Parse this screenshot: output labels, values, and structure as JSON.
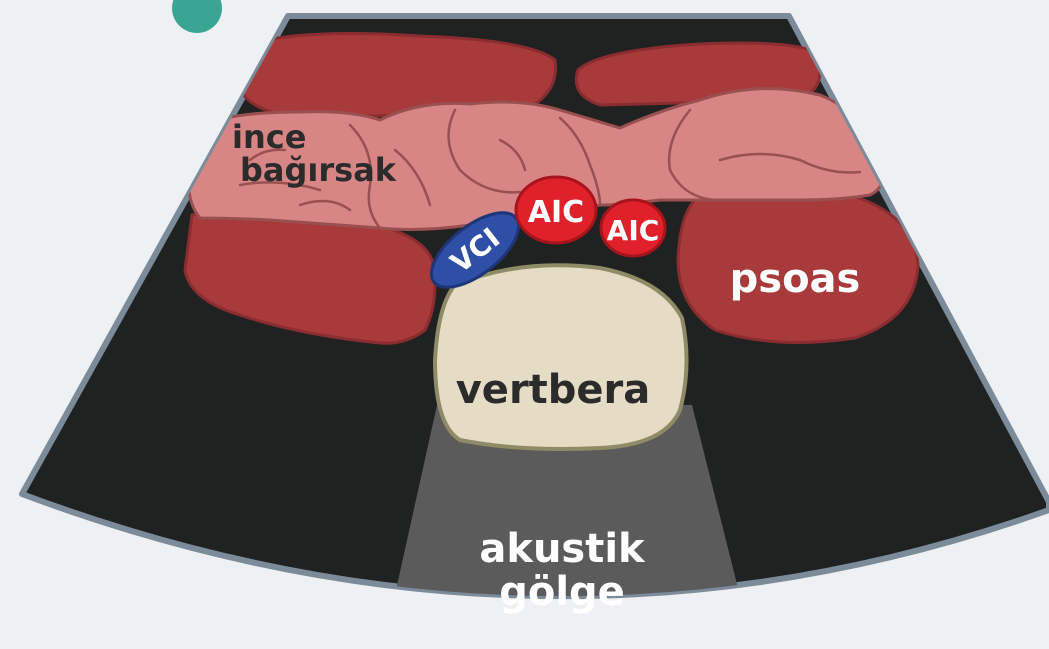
{
  "labels": {
    "small_intestine_line1": "ince",
    "small_intestine_line2": "bağırsak",
    "aorta_left": "AIC",
    "aorta_right": "AIC",
    "vena_cava": "VCI",
    "psoas": "psoas",
    "vertebra": "vertbera",
    "shadow_line1": "akustik",
    "shadow_line2": "gölge"
  },
  "colors": {
    "background": "#eef0f3",
    "scan_field": "#1f2221",
    "scan_border": "#7b8b99",
    "muscle": "#a83a3c",
    "muscle_edge": "#8b2d30",
    "intestine": "#d78585",
    "intestine_edge": "#9a5050",
    "artery": "#e0202a",
    "vein": "#2f4fa6",
    "bone": "#e4dcc4",
    "bone_edge": "#8f8b66",
    "shadow": "#5b5b5b",
    "teal_dot": "#3aa593"
  }
}
